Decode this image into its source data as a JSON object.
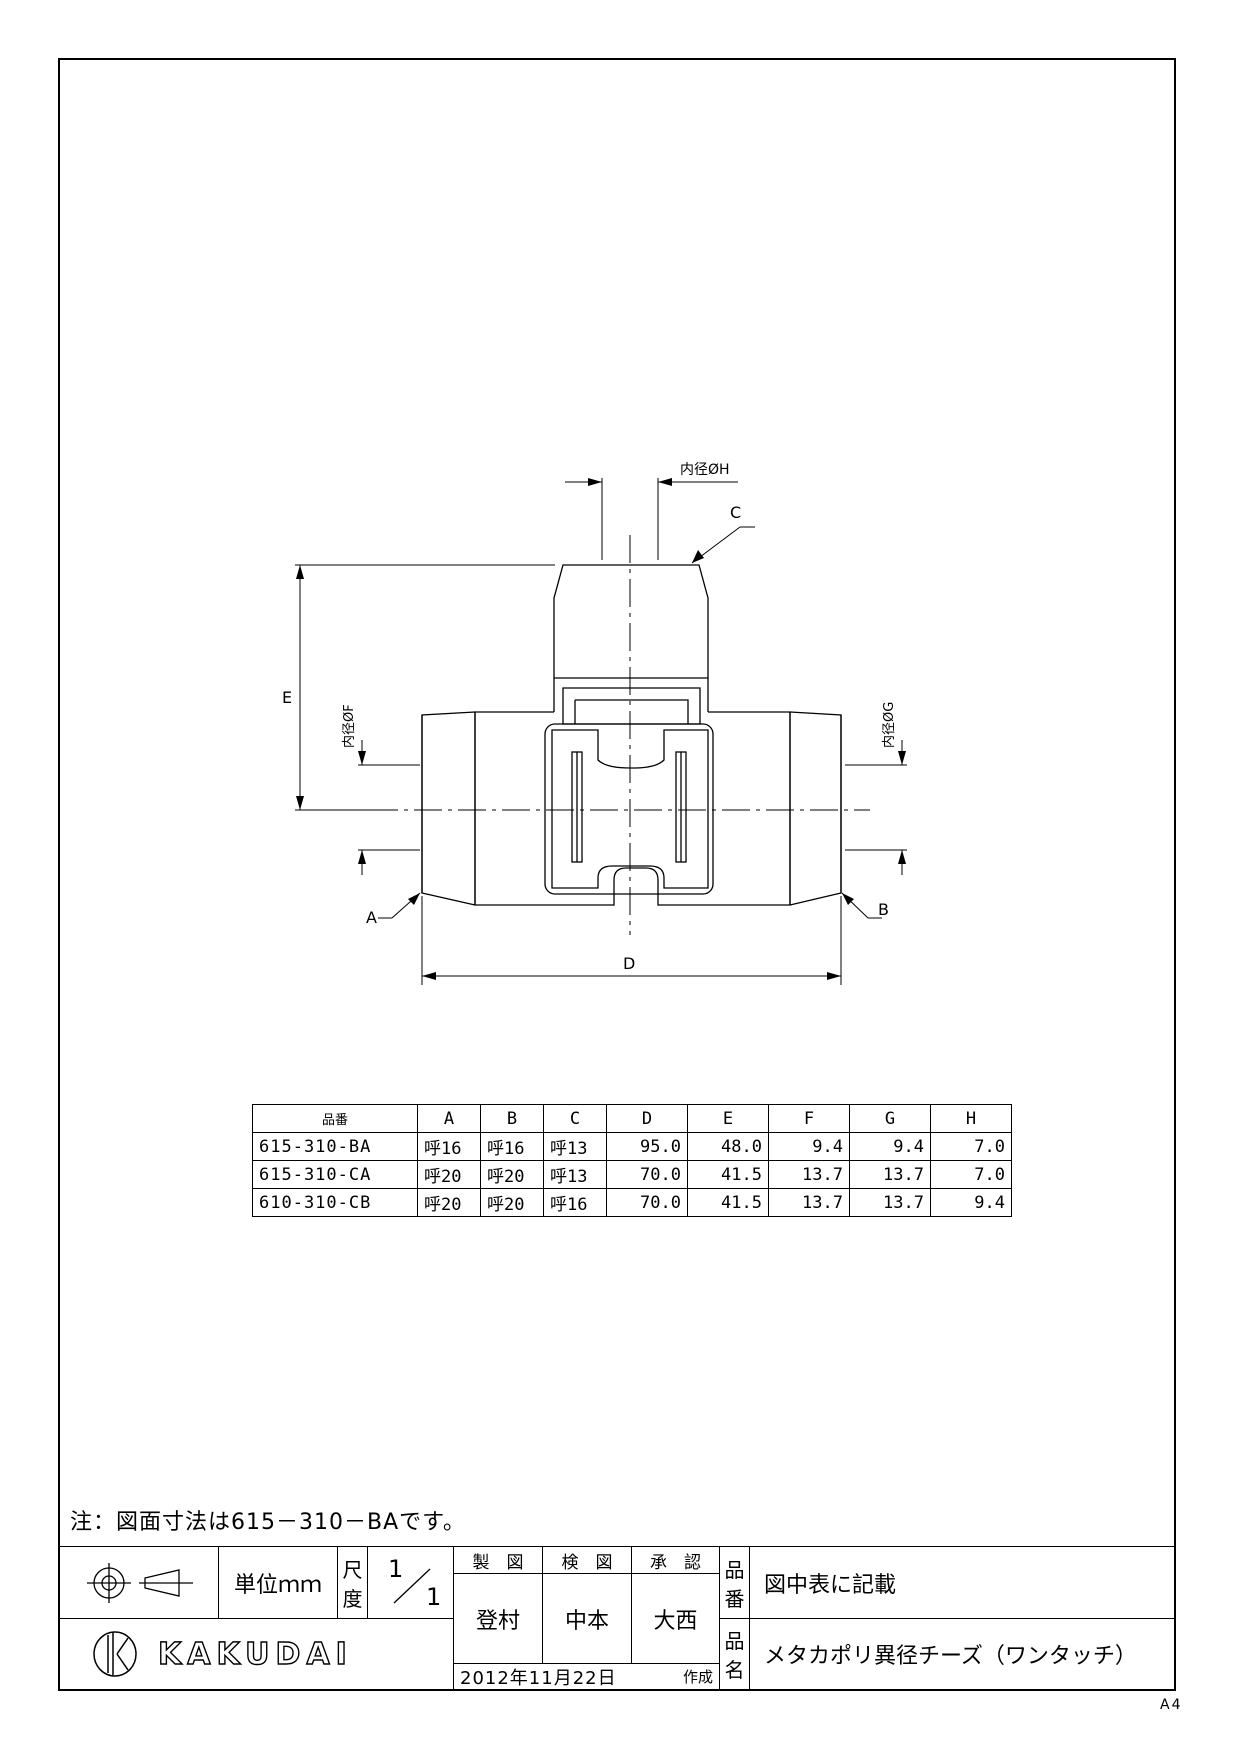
{
  "drawing": {
    "labels": {
      "inner_h": "内径ØH",
      "inner_f": "内径ØF",
      "inner_g": "内径ØG",
      "a": "A",
      "b": "B",
      "c": "C",
      "d": "D",
      "e": "E"
    }
  },
  "table": {
    "headers": [
      "品番",
      "A",
      "B",
      "C",
      "D",
      "E",
      "F",
      "G",
      "H"
    ],
    "rows": [
      [
        "615-310-BA",
        "呼16",
        "呼16",
        "呼13",
        "95.0",
        "48.0",
        "9.4",
        "9.4",
        "7.0"
      ],
      [
        "615-310-CA",
        "呼20",
        "呼20",
        "呼13",
        "70.0",
        "41.5",
        "13.7",
        "13.7",
        "7.0"
      ],
      [
        "610-310-CB",
        "呼20",
        "呼20",
        "呼16",
        "70.0",
        "41.5",
        "13.7",
        "13.7",
        "9.4"
      ]
    ]
  },
  "note": "注：図面寸法は615－310－BAです。",
  "title_block": {
    "unit": "単位ｍｍ",
    "scale_label_1": "尺",
    "scale_label_2": "度",
    "scale_num": "1",
    "scale_den": "1",
    "drawn_label": "製　図",
    "checked_label": "検　図",
    "approved_label": "承　認",
    "drawn_by": "登村",
    "checked_by": "中本",
    "approved_by": "大西",
    "part_no_label_1": "品",
    "part_no_label_2": "番",
    "part_no_value": "図中表に記載",
    "part_name_label_1": "品",
    "part_name_label_2": "名",
    "part_name_value": "メタカポリ異径チーズ（ワンタッチ）",
    "date": "2012年11月22日",
    "created": "作成",
    "brand": "KAKUDAI"
  },
  "sheet_size": "A4"
}
